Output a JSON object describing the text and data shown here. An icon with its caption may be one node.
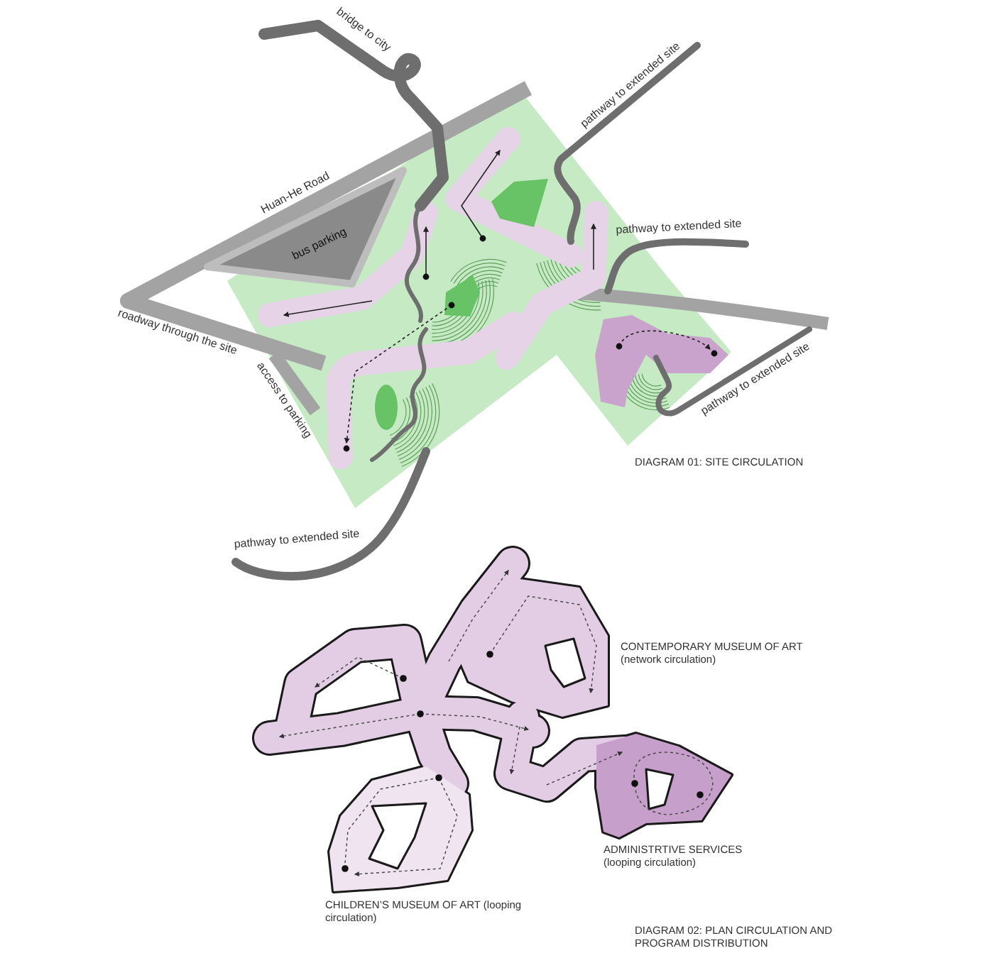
{
  "diagram": {
    "labels": [
      "bridge to city",
      "pathway to extended site",
      "Huan-He Road",
      "pathway to extended site",
      "bus parking",
      "roadway through the site",
      "access to parking",
      "pathway to extended site",
      "DIAGRAM 01: SITE CIRCULATION",
      "pathway to extended site",
      "CONTEMPORARY MUSEUM OF ART (network circulation)",
      "ADMINISTRTIVE SERVICES (looping circulation)",
      "CHILDREN’S MUSEUM OF ART (looping circulation)",
      "DIAGRAM 02: PLAN CIRCULATION AND PROGRAM DISTRIBUTION"
    ]
  }
}
